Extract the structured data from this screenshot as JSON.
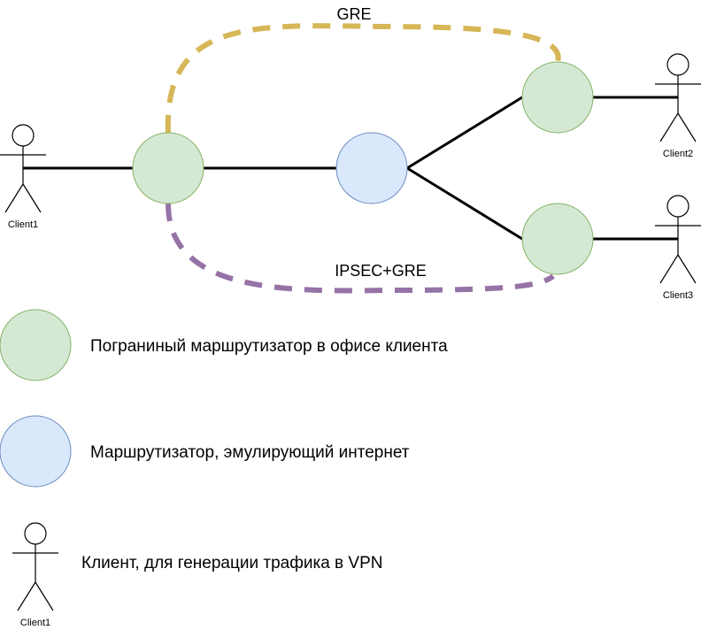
{
  "colors": {
    "edge_router_fill": "#d5e8d4",
    "edge_router_stroke": "#82b366",
    "internet_router_fill": "#dae8fc",
    "internet_router_stroke": "#6c8ebf",
    "gre_tunnel": "#d6b656",
    "ipsec_tunnel": "#9673a6",
    "link": "#000000"
  },
  "diagram": {
    "tunnel_gre_label": "GRE",
    "tunnel_ipsec_label": "IPSEC+GRE",
    "clients": [
      "Client1",
      "Client2",
      "Client3"
    ]
  },
  "legend": {
    "edge_router": "Пограниный маршрутизатор в офисе клиента",
    "internet_router": "Маршрутизатор, эмулирующий интернет",
    "client": "Клиент, для генерации трафика в VPN",
    "client_caption": "Client1"
  }
}
